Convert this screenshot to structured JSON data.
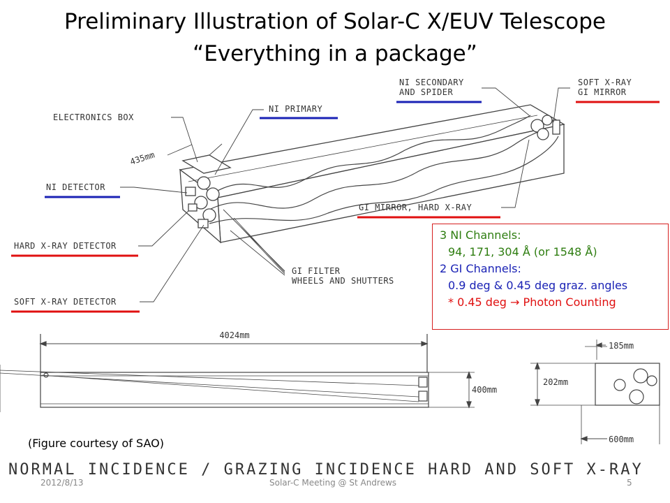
{
  "title": {
    "line1": "Preliminary Illustration of Solar-C X/EUV Telescope",
    "line2": "“Everything in a package”"
  },
  "labels": {
    "electronics_box": "ELECTRONICS BOX",
    "ni_primary": "NI PRIMARY",
    "ni_secondary_1": "NI SECONDARY",
    "ni_secondary_2": "AND SPIDER",
    "soft_xray_gi_1": "SOFT X-RAY",
    "soft_xray_gi_2": "GI MIRROR",
    "width_435": "435mm",
    "ni_detector": "NI DETECTOR",
    "gi_mirror_hard": "GI MIRROR, HARD X-RAY",
    "hard_xray_detector": "HARD X-RAY DETECTOR",
    "gi_filter_1": "GI FILTER",
    "gi_filter_2": "WHEELS AND SHUTTERS",
    "soft_xray_detector": "SOFT X-RAY DETECTOR"
  },
  "dimensions": {
    "length": "4024mm",
    "height": "400mm",
    "top": "185mm",
    "side": "202mm",
    "bottom": "600mm"
  },
  "callout": {
    "ni_header": "3 NI Channels:",
    "ni_values": "94, 171, 304 Å (or 1548 Å)",
    "gi_header": "2 GI Channels:",
    "gi_values": "0.9 deg & 0.45 deg graz. angles",
    "photon": "* 0.45 deg  Photon Counting",
    "arrow": "→"
  },
  "courtesy": "(Figure courtesy of SAO)",
  "bottom_caption": "NORMAL INCIDENCE / GRAZING INCIDENCE HARD AND SOFT X-RAY",
  "footer": {
    "date": "2012/8/13",
    "meeting": "Solar-C Meeting @ St Andrews",
    "page": "5"
  },
  "colors": {
    "ni_underline": "#1a22b5",
    "gi_underline": "#e01010",
    "callout_border": "#d61f1f"
  }
}
